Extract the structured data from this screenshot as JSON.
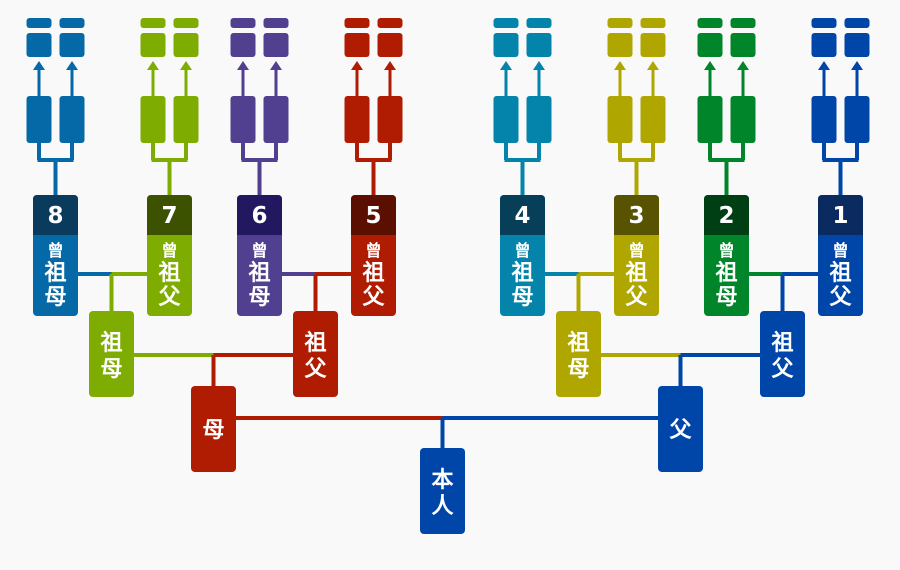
{
  "labels": {
    "self": "本人",
    "father": "父",
    "mother": "母",
    "grandfather": "祖父",
    "grandmother": "祖母",
    "great_prefix": "曾"
  },
  "colors": {
    "father_line": "#0046a8",
    "mother_line": "#b01c02",
    "self": "#0046a8",
    "father": "#0046a8",
    "mother": "#b01c02",
    "paternal_grandfather": "#0046a8",
    "paternal_grandmother": "#afa700",
    "maternal_grandfather": "#b01c02",
    "maternal_grandmother": "#7eac00"
  },
  "great_grandparents": [
    {
      "number": "8",
      "relation": "祖母",
      "color": "#0569a8",
      "dark": "#0a3a5c"
    },
    {
      "number": "7",
      "relation": "祖父",
      "color": "#7eac00",
      "dark": "#3d5200"
    },
    {
      "number": "6",
      "relation": "祖母",
      "color": "#513f8f",
      "dark": "#221860"
    },
    {
      "number": "5",
      "relation": "祖父",
      "color": "#b01c02",
      "dark": "#5a0f00"
    },
    {
      "number": "4",
      "relation": "祖母",
      "color": "#0484aa",
      "dark": "#073f58"
    },
    {
      "number": "3",
      "relation": "祖父",
      "color": "#afa700",
      "dark": "#575300"
    },
    {
      "number": "2",
      "relation": "祖母",
      "color": "#01852a",
      "dark": "#003f13"
    },
    {
      "number": "1",
      "relation": "祖父",
      "color": "#0046a8",
      "dark": "#0b2b60"
    }
  ]
}
